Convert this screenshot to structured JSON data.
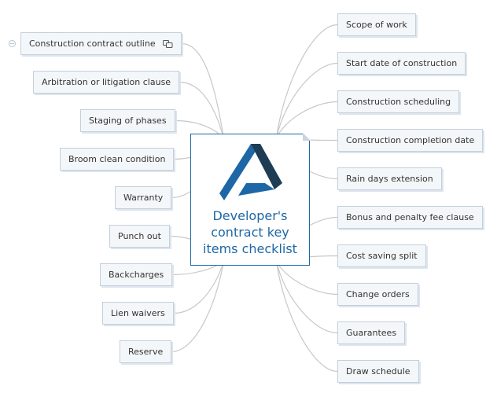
{
  "central_topic": {
    "title_lines": [
      "Developer's",
      "contract key",
      "items checklist"
    ],
    "border_color": "#1d67a6"
  },
  "left_topics": [
    {
      "label": "Construction contract outline",
      "has_link_icon": true,
      "link_icon": "link-icon",
      "has_collapse": true
    },
    {
      "label": "Arbitration or litigation clause"
    },
    {
      "label": "Staging of phases"
    },
    {
      "label": "Broom clean condition"
    },
    {
      "label": "Warranty"
    },
    {
      "label": "Punch out"
    },
    {
      "label": "Backcharges"
    },
    {
      "label": "Lien waivers"
    },
    {
      "label": "Reserve"
    }
  ],
  "right_topics": [
    {
      "label": "Scope of work"
    },
    {
      "label": "Start date of construction"
    },
    {
      "label": "Construction scheduling"
    },
    {
      "label": "Construction completion date"
    },
    {
      "label": "Rain days extension"
    },
    {
      "label": "Bonus and penalty fee clause"
    },
    {
      "label": "Cost saving split"
    },
    {
      "label": "Change orders"
    },
    {
      "label": "Guarantees"
    },
    {
      "label": "Draw schedule"
    }
  ],
  "colors": {
    "node_fill": "#f4f7fa",
    "node_border": "#c3cfdb",
    "connector": "#c8c8c8",
    "logo_dark": "#1f3c55",
    "logo_blue": "#1d67a6"
  }
}
